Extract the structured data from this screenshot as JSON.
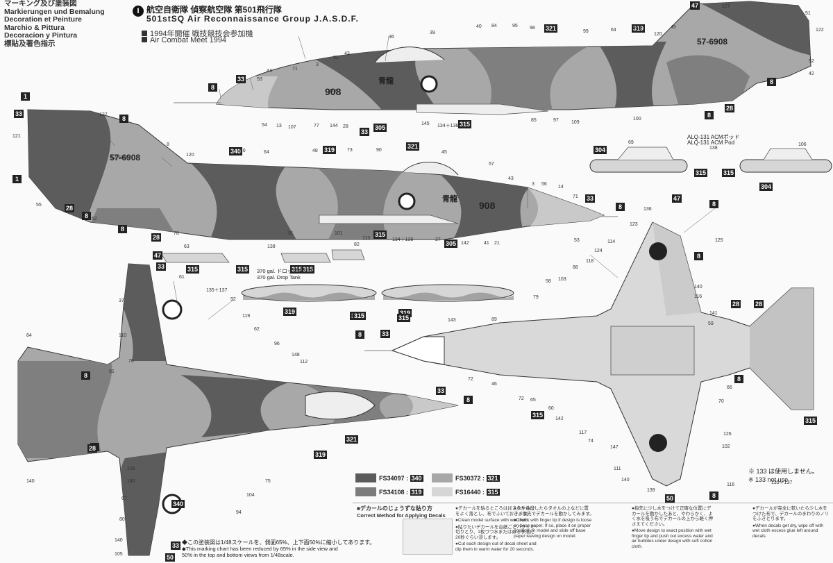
{
  "header": {
    "lang_lines": [
      "マーキング及び塗装図",
      "Markierungen und Bemalung",
      "Decoration et Peinture",
      "Marchio & Pittura",
      "Decoracion y Pintura",
      "標貼及著色指示"
    ],
    "logo_letter": "I",
    "title_jp": "航空自衛隊 偵察航空隊 第501飛行隊",
    "title_en": "501stSQ Air Reconnaissance Group J.A.S.D.F.",
    "event_jp": "1994年開催 戦技競技会参加機",
    "event_en": "Air Combat Meet 1994"
  },
  "aircraft": {
    "serial": "57-6908",
    "modex": "908",
    "kanji": "青龍"
  },
  "labels": {
    "pod_title_jp": "ALQ-131 ACMポッド",
    "pod_title_en": "ALQ-131 ACM Pod",
    "tank_jp": "370 gal. ドロップタンク",
    "tank_en": "370 gal. Drop Tank",
    "not_use_jp": "※ 133 は使用しません。",
    "not_use_en": "※ 133 not use.",
    "scale_jp": "◆この塗装図は1/48スケールを、側面65%、上下面50%に縮小してあります。",
    "scale_en": "◆This marking chart has been reduced by 65% in the side view and 50% in the top and bottom views from 1/48scale."
  },
  "colors": {
    "c340": "#5b5b5b",
    "c319": "#7c7c7c",
    "c321": "#a7a7a7",
    "c315": "#d6d6d6",
    "camo_dark": "#595959",
    "camo_mid": "#8a8a8a",
    "camo_light": "#b9b9b9",
    "underside": "#d9d9d9"
  },
  "legend": [
    {
      "fs": "FS34097 :",
      "num": "340",
      "color": "#5b5b5b"
    },
    {
      "fs": "FS34108 :",
      "num": "319",
      "color": "#7c7c7c"
    },
    {
      "fs": "FS30372 :",
      "num": "321",
      "color": "#a7a7a7"
    },
    {
      "fs": "FS16440 :",
      "num": "315",
      "color": "#d6d6d6"
    }
  ],
  "decal_boxes": [
    "1",
    "1",
    "8",
    "8",
    "8",
    "8",
    "8",
    "8",
    "8",
    "8",
    "8",
    "8",
    "8",
    "8",
    "8",
    "8",
    "8",
    "33",
    "33",
    "33",
    "33",
    "33",
    "33",
    "33",
    "33",
    "47",
    "47",
    "47",
    "28",
    "28",
    "28",
    "28",
    "28",
    "28",
    "50",
    "50",
    "319",
    "319",
    "319",
    "319",
    "319",
    "319",
    "321",
    "321",
    "321",
    "340",
    "340",
    "304",
    "304",
    "305",
    "305",
    "315",
    "315",
    "315",
    "315",
    "315",
    "315",
    "315",
    "315",
    "315",
    "315",
    "315",
    "315"
  ],
  "callouts": [
    "127",
    "51",
    "122",
    "52",
    "42",
    "99",
    "64",
    "319",
    "120",
    "49",
    "3",
    "36",
    "39",
    "40",
    "84",
    "95",
    "98",
    "43",
    "32",
    "44",
    "53",
    "71",
    "908",
    "54",
    "13",
    "107",
    "77",
    "144",
    "28",
    "145",
    "134＋136",
    "85",
    "97",
    "109",
    "100",
    "121",
    "127",
    "8",
    "57-6908",
    "120",
    "340",
    "64",
    "48",
    "73",
    "90",
    "45",
    "57",
    "43",
    "3",
    "56",
    "14",
    "71",
    "53",
    "55",
    "52",
    "78",
    "91",
    "101",
    "113",
    "134＋136",
    "27",
    "142",
    "41",
    "21",
    "69",
    "106",
    "138",
    "63",
    "138",
    "82",
    "61",
    "135＋137",
    "92",
    "119",
    "62",
    "96",
    "148",
    "112",
    "110",
    "76",
    "81",
    "84",
    "37",
    "140",
    "106",
    "140",
    "75",
    "104",
    "67",
    "94",
    "80",
    "140",
    "105",
    "143",
    "89",
    "72",
    "46",
    "72",
    "65",
    "79",
    "58",
    "103",
    "118",
    "88",
    "124",
    "114",
    "136",
    "123",
    "125",
    "140",
    "116",
    "141",
    "59",
    "66",
    "70",
    "60",
    "142",
    "117",
    "74",
    "147",
    "111",
    "139",
    "126",
    "102",
    "140",
    "116",
    "135＋137",
    "105",
    "133"
  ],
  "applying": {
    "title_jp": "■デカールのじょうずな貼り方",
    "title_en": "Correct Method for Applying Decals",
    "steps": [
      "●デカールを貼るところはほこりや油分をよく落とし、布でふいておきます。",
      "●Clean model surface with wet cloth.",
      "●貼りたいデカールを台紙ごとハサミで切りとり、1枚づつ水またはぬるま湯に20秒ぐらい浸します。",
      "●Cut each design out of decal sheet and dip them in warm water for 20 seconds.",
      "●水から出したらタオルの上などに置き、指先でデカールを動かしてみます。",
      "●Check with finger tip if design is loose on base paper. If so, place it on proper position on model and slide off base paper leaving design on model.",
      "●指先に少し水をつけて正確な位置にデカールを動かしたあと、やわらかく、よく水を吸う布でデカールの上から軽く押さえてください。",
      "●Move design to exact position with wet finger tip and push out excess water and air bubbles under design with soft cotton cloth.",
      "●デカールが完全に乾いたら少し水をつけた布で、デカールのまわりのノリをふきとります。",
      "●When decals get dry, wipe off with wet cloth excess glue left around decals."
    ]
  }
}
